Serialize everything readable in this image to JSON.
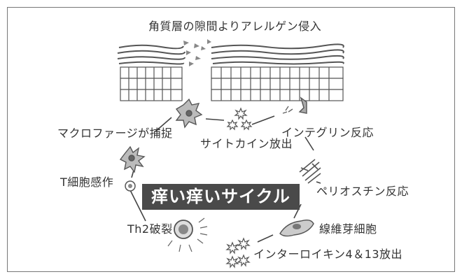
{
  "diagram": {
    "title": "痒い痒いサイクル",
    "caption": "角質層の隙間よりアレルゲン侵入",
    "steps": {
      "macrophage": "マクロファージが捕捉",
      "integrin": "インテグリン反応",
      "cytokine": "サイトカイン放出",
      "t_cell": "T細胞感作",
      "periostin": "ペリオスチン反応",
      "th2": "Th2破裂",
      "fibroblast": "線維芽細胞",
      "interleukin": "インターロイキン4＆13放出"
    }
  }
}
